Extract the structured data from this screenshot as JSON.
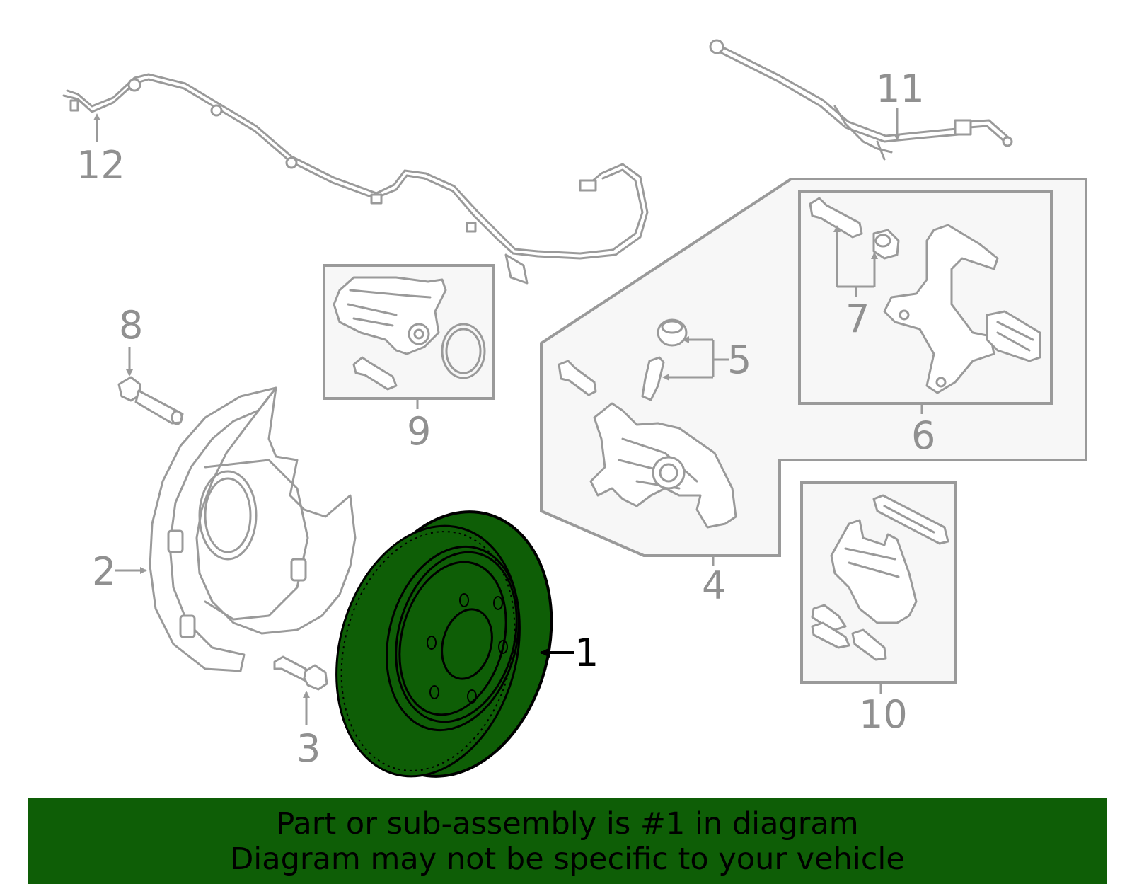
{
  "callouts": {
    "c1": "1",
    "c2": "2",
    "c3": "3",
    "c4": "4",
    "c5": "5",
    "c6": "6",
    "c7": "7",
    "c8": "8",
    "c9": "9",
    "c10": "10",
    "c11": "11",
    "c12": "12"
  },
  "highlight_color": "#0e5e06",
  "banner": {
    "line1": "Part or sub-assembly is #1 in diagram",
    "line2": "Diagram may not be specific to your vehicle"
  }
}
